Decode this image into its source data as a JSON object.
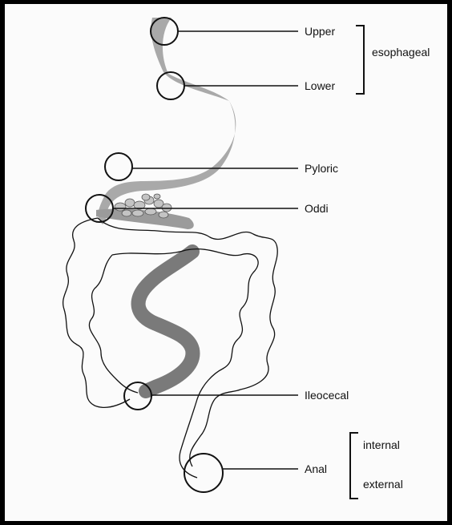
{
  "labels": {
    "upper": "Upper",
    "lower": "Lower",
    "esophageal": "esophageal",
    "pyloric": "Pyloric",
    "oddi": "Oddi",
    "ileocecal": "Ileocecal",
    "anal": "Anal",
    "internal": "internal",
    "external": "external"
  },
  "colors": {
    "background": "#000000",
    "paper": "#fbfbfb",
    "upper_gi": "#a9a9a9",
    "small_intestine": "#7a7a7a",
    "pancreas": "#c4c4c4",
    "outline": "#111111"
  }
}
